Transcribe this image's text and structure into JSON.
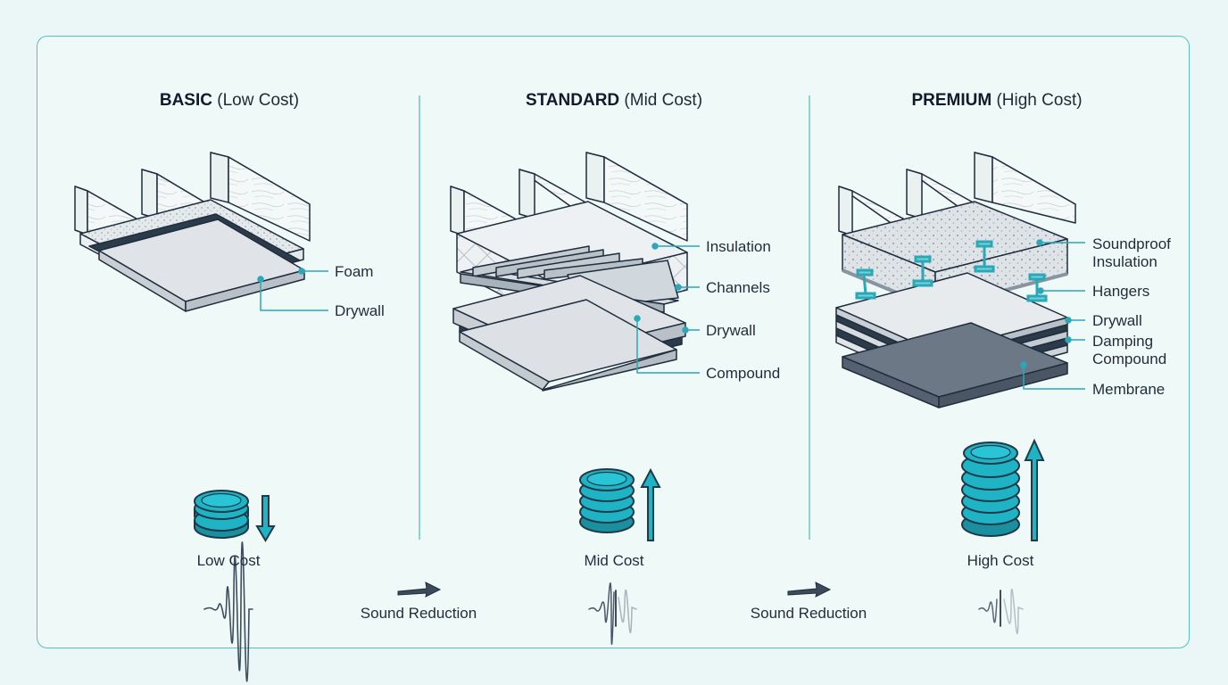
{
  "tiers": [
    {
      "name": "BASIC",
      "cost_label": "(Low Cost)",
      "layers": [
        "Foam",
        "Drywall"
      ],
      "cost_caption": "Low Cost"
    },
    {
      "name": "STANDARD",
      "cost_label": "(Mid Cost)",
      "layers": [
        "Insulation",
        "Channels",
        "Drywall",
        "Compound"
      ],
      "cost_caption": "Mid Cost"
    },
    {
      "name": "PREMIUM",
      "cost_label": "(High Cost)",
      "layers": [
        "Soundproof",
        "Insulation",
        "Hangers",
        "Drywall",
        "Damping",
        "Compound",
        "Membrane"
      ],
      "cost_caption": "High Cost"
    }
  ],
  "transitions": [
    {
      "label": "Sound Reduction"
    },
    {
      "label": "Sound Reduction"
    }
  ],
  "colors": {
    "accent": "#2aa8b8",
    "coin": "#1fb3c6",
    "outline": "#1f2d3d",
    "drywall": "#d9dde2",
    "membrane": "#6d7886",
    "background": "#eaf7f6"
  },
  "icons": [
    "coin-stack-icon",
    "arrow-down-icon",
    "arrow-up-icon",
    "arrow-right-icon",
    "sound-wave-icon"
  ]
}
